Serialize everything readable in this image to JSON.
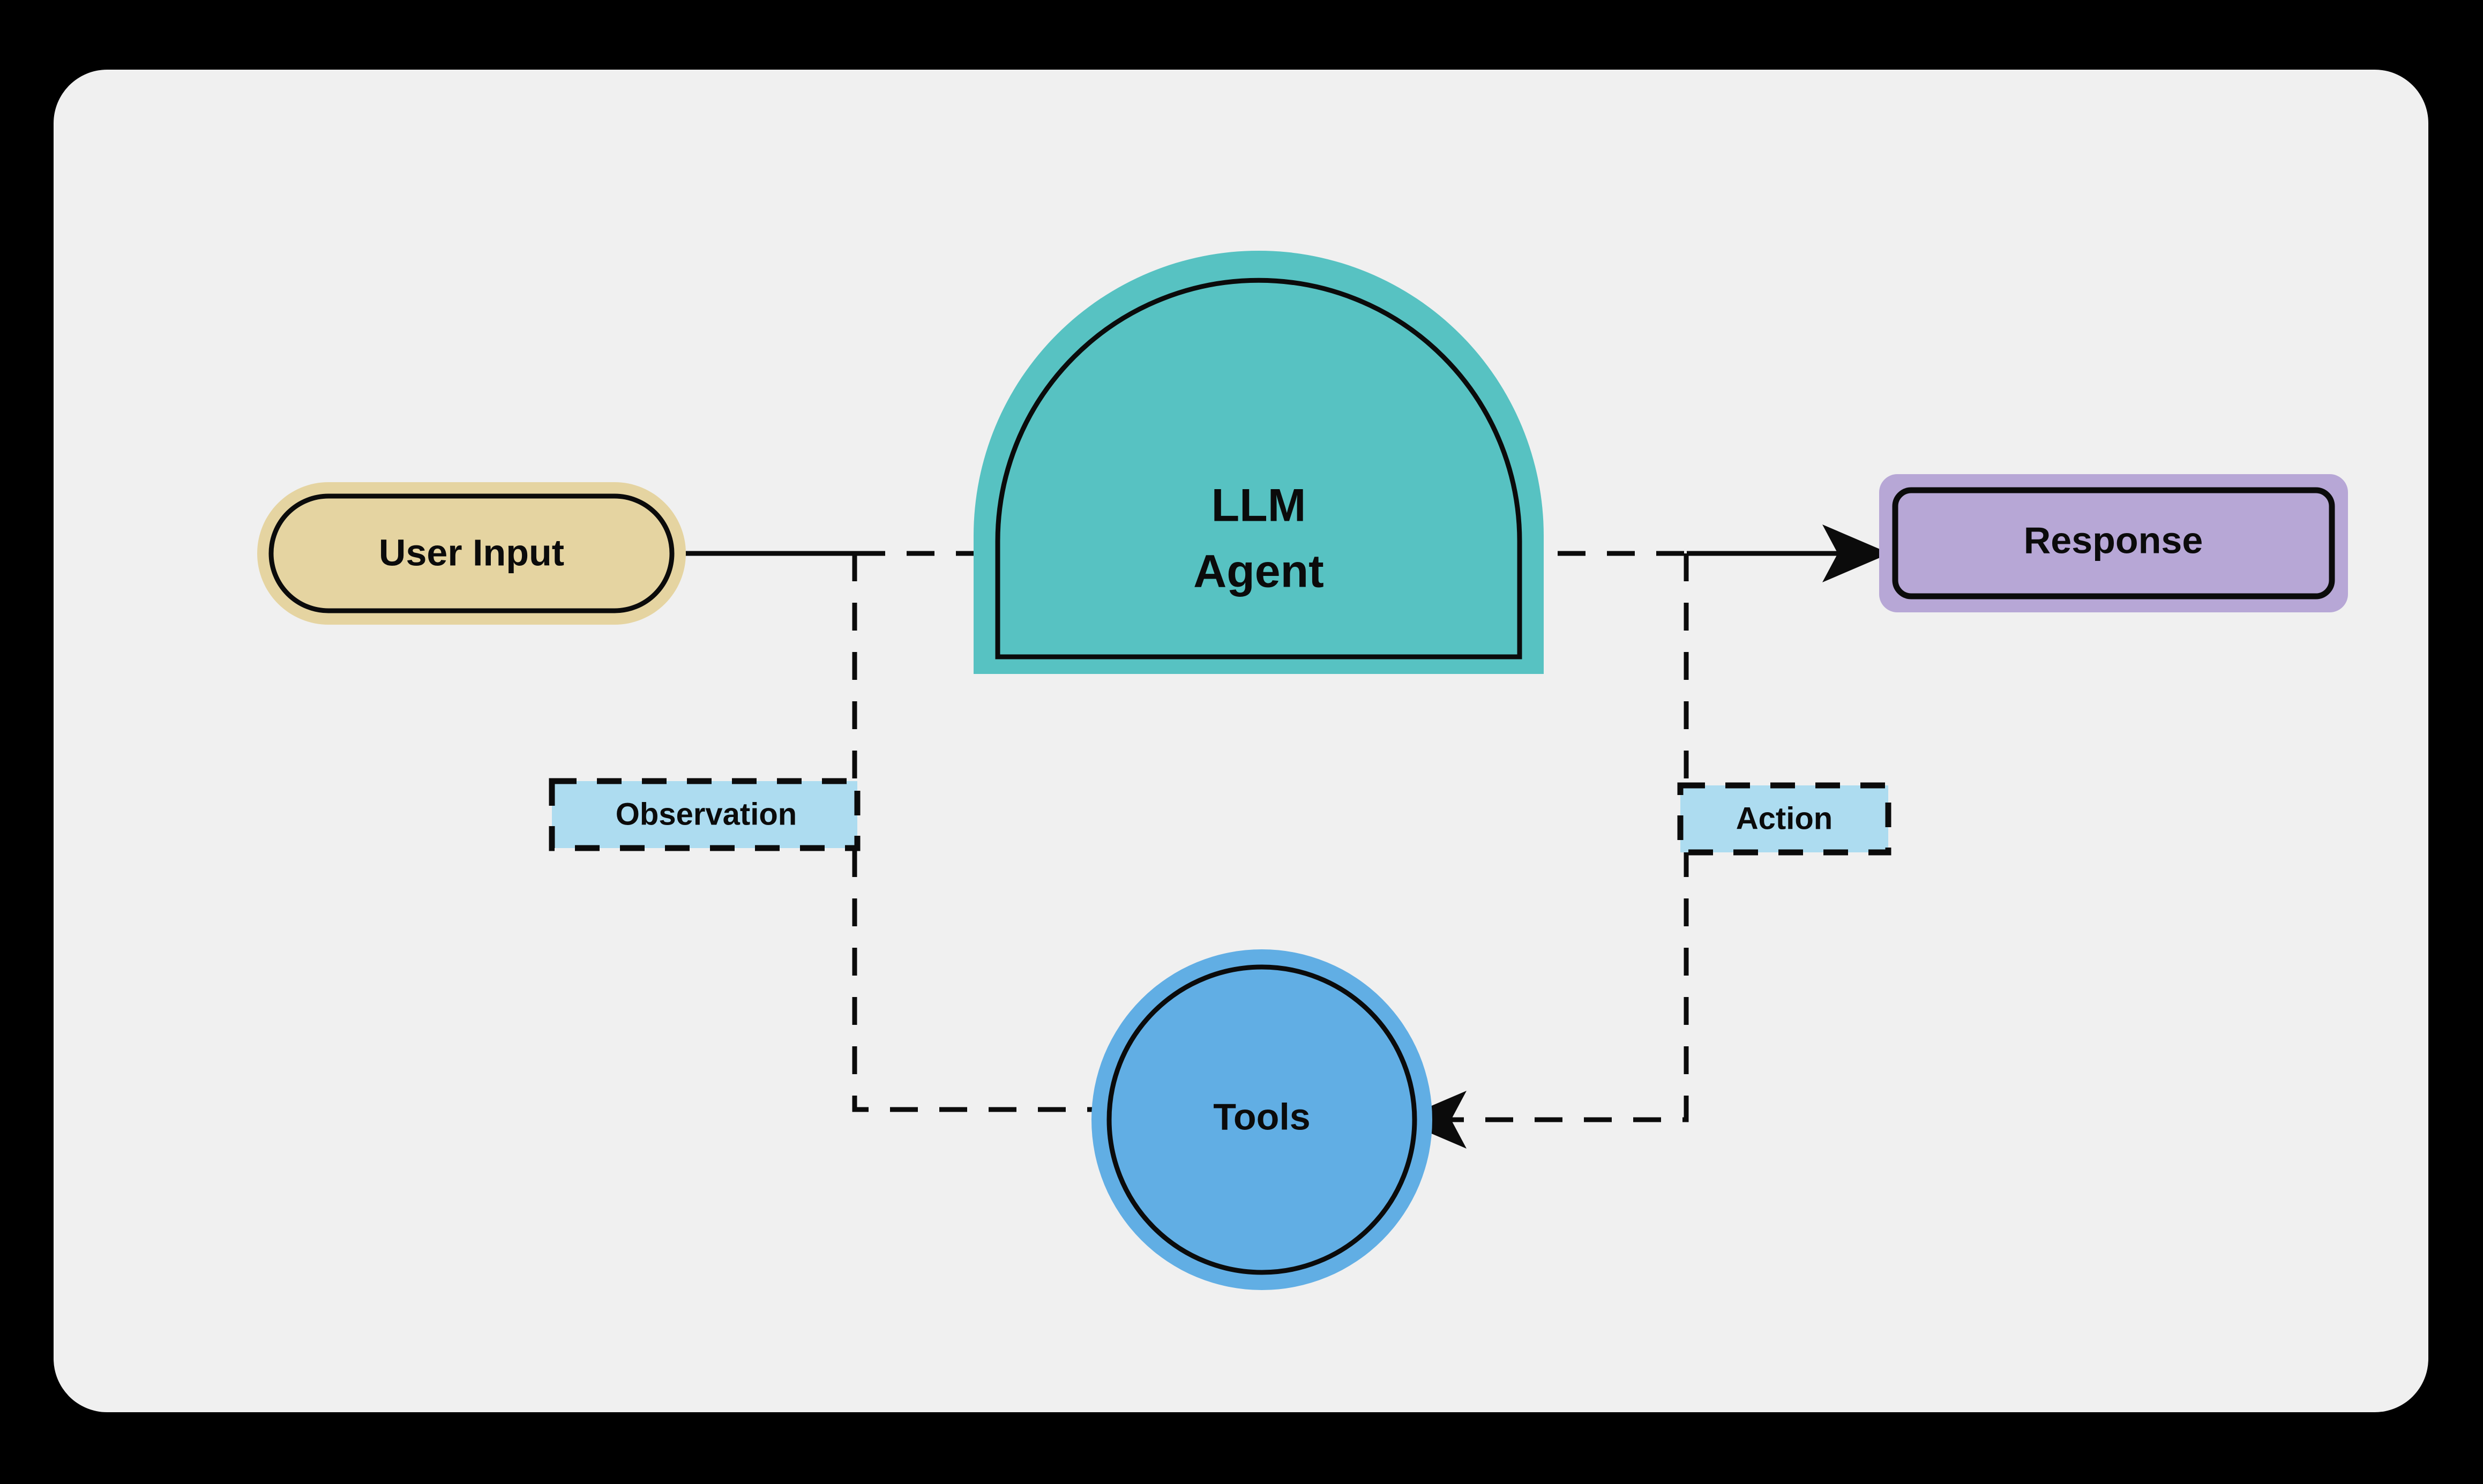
{
  "canvas": {
    "background_color": "#000000",
    "surface_color": "#F0F0F0",
    "corner_radius": 100
  },
  "diagram": {
    "type": "flowchart",
    "orientation": "left-to-right",
    "nodes": [
      {
        "id": "user_input",
        "label": "User Input",
        "shape": "stadium",
        "fill": "#E5D4A1",
        "stroke": "#0b0b0b"
      },
      {
        "id": "llm_agent",
        "label_line1": "LLM",
        "label_line2": "Agent",
        "label": "LLM Agent",
        "shape": "semicircle-dome",
        "fill": "#57C2C2",
        "stroke": "#0b0b0b"
      },
      {
        "id": "response",
        "label": "Response",
        "shape": "rounded-rectangle",
        "fill": "#B7A7D6",
        "stroke": "#0b0b0b"
      },
      {
        "id": "tools",
        "label": "Tools",
        "shape": "circle",
        "fill": "#61AEE4",
        "stroke": "#0b0b0b"
      }
    ],
    "edges": [
      {
        "id": "edge_user_to_agent",
        "from": "user_input",
        "to": "llm_agent",
        "label": "",
        "style": "solid-then-dashed",
        "arrowhead": true
      },
      {
        "id": "edge_agent_to_response",
        "from": "llm_agent",
        "to": "response",
        "label": "",
        "style": "dashed-then-solid",
        "arrowhead": true
      },
      {
        "id": "edge_agent_to_tools",
        "from": "llm_agent",
        "to": "tools",
        "label": "Action",
        "style": "dashed",
        "arrowhead": true
      },
      {
        "id": "edge_tools_to_agent",
        "from": "tools",
        "to": "llm_agent",
        "label": "Observation",
        "style": "dashed",
        "arrowhead": true
      }
    ],
    "edge_labels": [
      {
        "id": "observation_label",
        "text": "Observation",
        "fill": "#ADDCF0",
        "border_style": "dashed",
        "border_color": "#0b0b0b"
      },
      {
        "id": "action_label",
        "text": "Action",
        "fill": "#ADDCF0",
        "border_style": "dashed",
        "border_color": "#0b0b0b"
      }
    ]
  }
}
